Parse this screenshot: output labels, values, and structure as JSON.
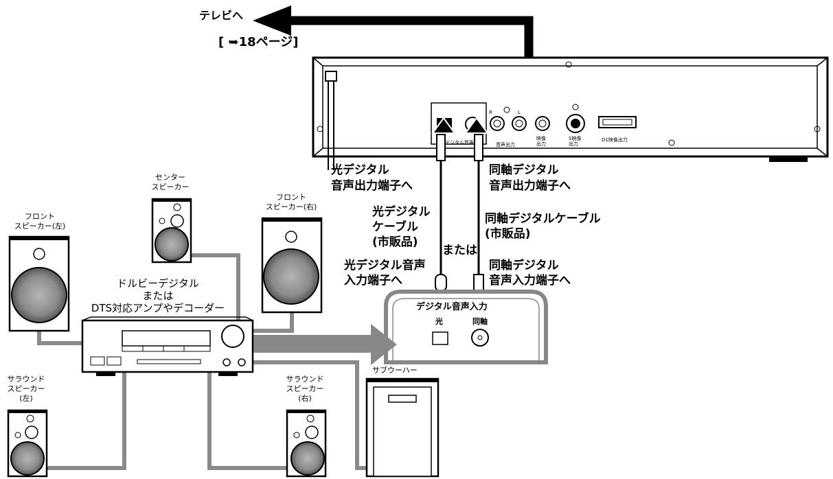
{
  "tv_label": "テレビへ",
  "page_ref": "[ ➥18ページ]",
  "player_jacks": {
    "digital_out": "デジタル音声出力",
    "audio_out": "音声出力",
    "audio_r": "R",
    "audio_l": "L",
    "video_out_1": "映像",
    "video_out_2": "出力",
    "s_video_1": "S映像",
    "s_video_2": "出力",
    "d1_out": "D1映像出力"
  },
  "optical_jack": [
    "光デジタル",
    "音声出力端子へ"
  ],
  "coaxial_jack": [
    "同軸デジタル",
    "音声出力端子へ"
  ],
  "optical_cable": [
    "光デジタル",
    "ケーブル",
    "(市販品)"
  ],
  "coaxial_cable": [
    "同軸デジタルケーブル",
    "(市販品)"
  ],
  "or_label": "または",
  "optical_input": [
    "光デジタル音声",
    "入力端子へ"
  ],
  "coaxial_input": [
    "同軸デジタル",
    "音声入力端子へ"
  ],
  "amp_panel": {
    "title": "デジタル音声入力",
    "optical": "光",
    "coaxial": "同軸"
  },
  "amplifier": [
    "ドルビーデジタル",
    "または",
    "DTS対応アンプやデコーダー"
  ],
  "speakers": {
    "center": [
      "センター",
      "スピーカー"
    ],
    "front_left": [
      "フロント",
      "スピーカー(左)"
    ],
    "front_right": [
      "フロント",
      "スピーカー(右)"
    ],
    "surround_left": [
      "サラウンド",
      "スピーカー",
      "(左)"
    ],
    "surround_right": [
      "サラウンド",
      "スピーカー",
      "(右)"
    ],
    "subwoofer": "サブウーハー"
  }
}
